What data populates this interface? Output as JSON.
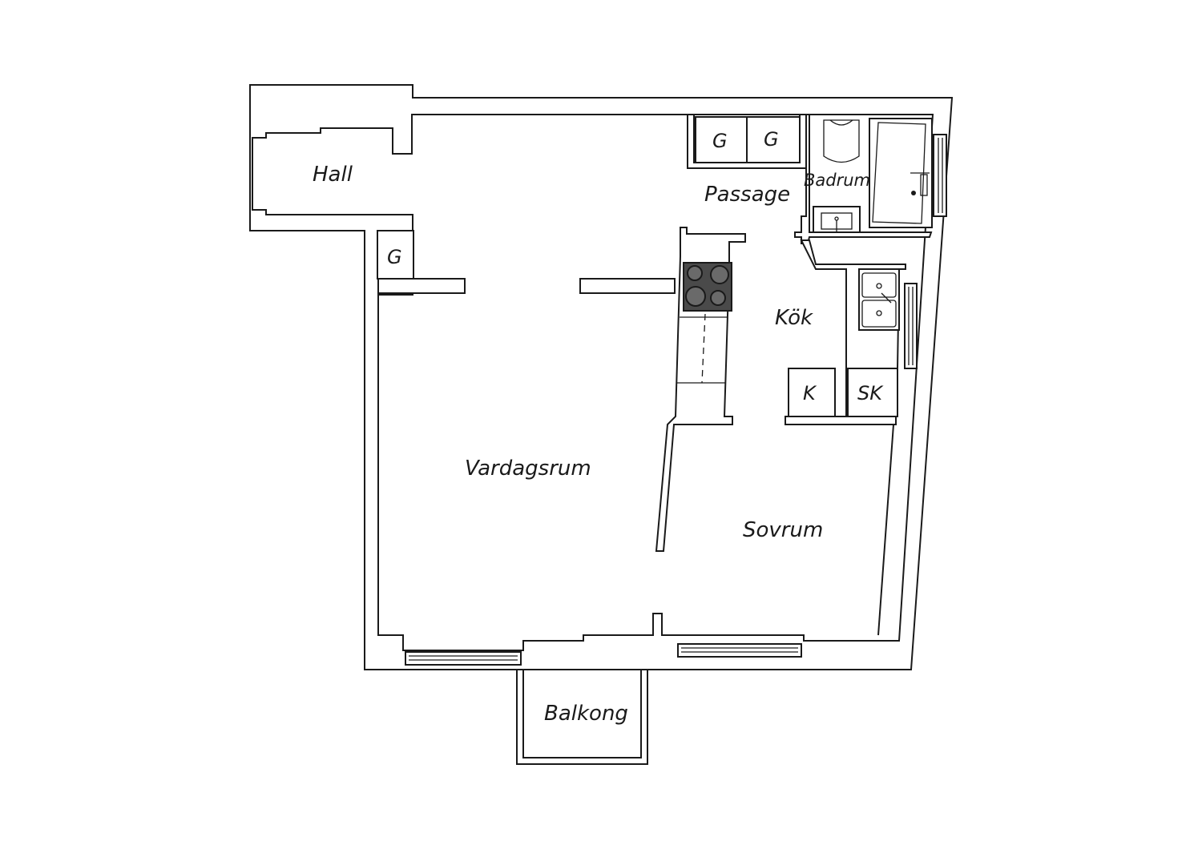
{
  "rooms": {
    "hall": "Hall",
    "passage": "Passage",
    "badrum": "Badrum",
    "kok": "Kök",
    "vardagsrum": "Vardagsrum",
    "sovrum": "Sovrum",
    "balkong": "Balkong"
  },
  "fixtures": {
    "wardrobe_1": "G",
    "wardrobe_2": "G",
    "wardrobe_3": "G",
    "fridge": "K",
    "freezer": "SK"
  },
  "colors": {
    "line": "#1a1a1a",
    "background": "#ffffff",
    "stove": "#4a4a4a"
  },
  "icons": [
    "stove-icon",
    "sink-icon",
    "bathtub-icon",
    "toilet-icon",
    "washbasin-icon",
    "window-icon"
  ]
}
